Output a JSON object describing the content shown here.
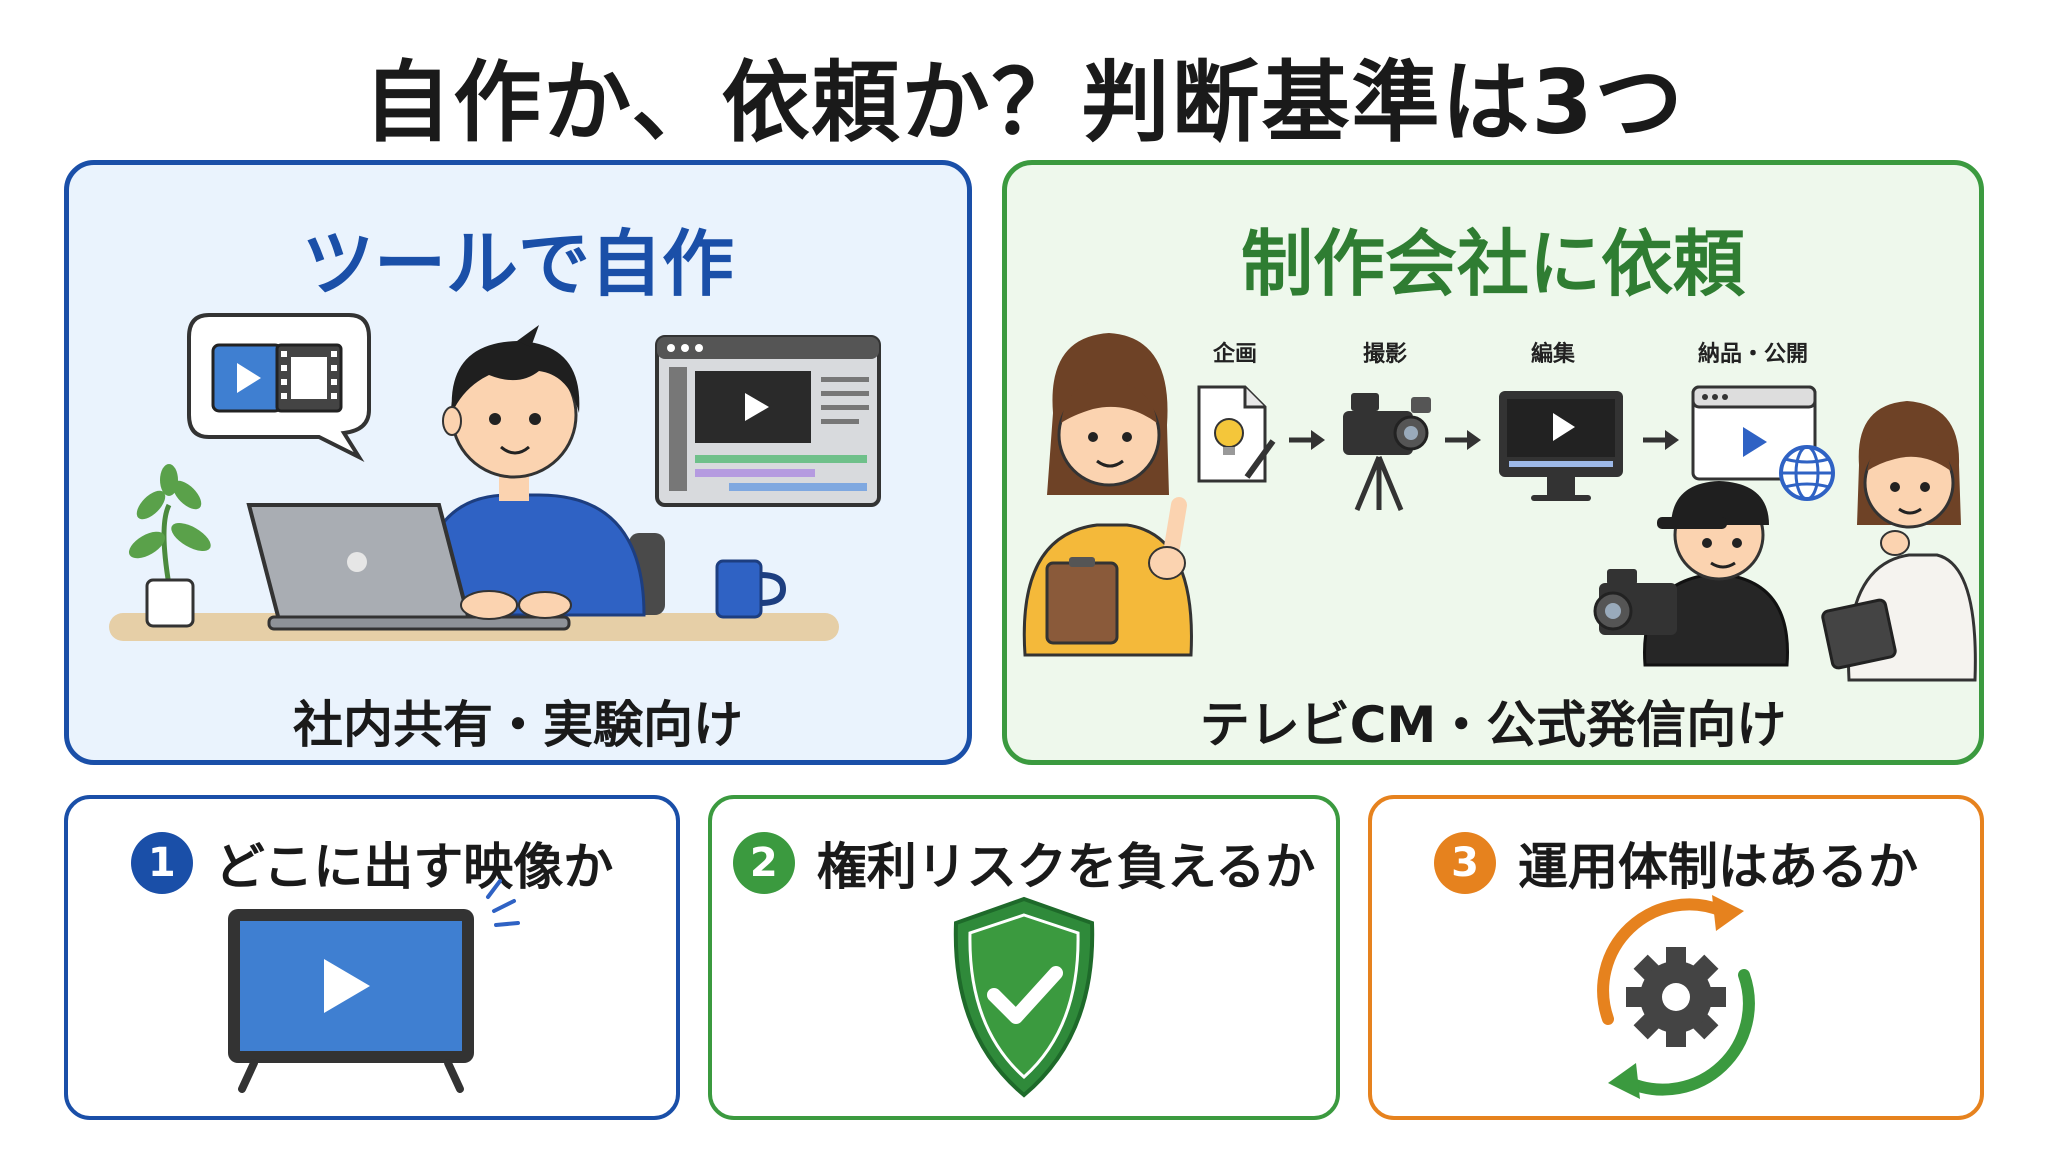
{
  "title": "自作か、依頼か？判断基準は3つ",
  "colors": {
    "blue": "#1a4fa8",
    "green": "#3b9a3f",
    "orange": "#e6821e",
    "blue_bg": "#eaf3fd",
    "green_bg": "#eef8ec"
  },
  "left_panel": {
    "heading": "ツールで自作",
    "caption": "社内共有・実験向け",
    "icons": [
      "video-bubble-icon",
      "person-laptop-icon",
      "editor-window-icon",
      "plant-icon",
      "mug-icon"
    ]
  },
  "right_panel": {
    "heading": "制作会社に依頼",
    "caption": "テレビCM・公式発信向け",
    "steps": [
      {
        "label": "企画",
        "icon": "idea-document-icon"
      },
      {
        "label": "撮影",
        "icon": "video-camera-tripod-icon"
      },
      {
        "label": "編集",
        "icon": "editing-monitor-icon"
      },
      {
        "label": "納品・公開",
        "icon": "publish-browser-globe-icon"
      }
    ]
  },
  "criteria": [
    {
      "number": "1",
      "title": "どこに出す映像か",
      "icon": "tv-play-icon"
    },
    {
      "number": "2",
      "title": "権利リスクを負えるか",
      "icon": "shield-check-icon"
    },
    {
      "number": "3",
      "title": "運用体制はあるか",
      "icon": "gear-cycle-icon"
    }
  ]
}
